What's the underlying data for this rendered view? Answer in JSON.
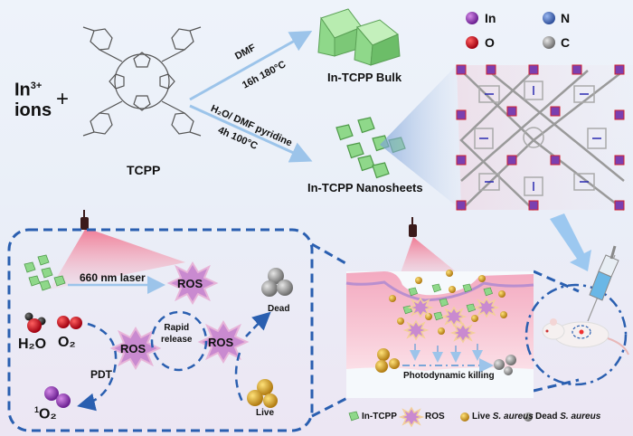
{
  "reactants": {
    "ion_line1": "In",
    "ion_sup": "3+",
    "ion_line2": "ions",
    "plus": "+",
    "ligand_name": "TCPP"
  },
  "synthesis_routes": [
    {
      "line1": "DMF",
      "line2": "16h 180°C",
      "product": "In-TCPP Bulk"
    },
    {
      "line1": "H₂O/ DMF pyridine",
      "line2": "4h 100°C",
      "product": "In-TCPP Nanosheets"
    }
  ],
  "atom_legend": [
    {
      "symbol": "In",
      "color": "#7a3fb0"
    },
    {
      "symbol": "N",
      "color": "#4a6fb8"
    },
    {
      "symbol": "O",
      "color": "#e0202a"
    },
    {
      "symbol": "C",
      "color": "#8a8a8a"
    }
  ],
  "mechanism": {
    "laser_label": "660 nm laser",
    "ros_label": "ROS",
    "water": "H₂O",
    "oxygen": "O₂",
    "singlet_oxygen_sup": "1",
    "singlet_oxygen": "O₂",
    "pdt_label": "PDT",
    "rapid_line1": "Rapid",
    "rapid_line2": "release",
    "dead_label": "Dead",
    "live_label": "Live"
  },
  "skin_panel": {
    "killing_label": "Photodynamic killing"
  },
  "bottom_legend": [
    {
      "label": "In-TCPP",
      "italic": ""
    },
    {
      "label": "ROS",
      "italic": ""
    },
    {
      "label": "Live ",
      "italic": "S. aureus"
    },
    {
      "label": "Dead ",
      "italic": "S. aureus"
    }
  ],
  "colors": {
    "arrow": "#9cc4ea",
    "dashed": "#2a5fb0",
    "nanosheet": "#8fd88a",
    "ros": "#c98ad0",
    "live": "#d9a92a",
    "dead": "#8d8d8d",
    "laser": "#f08aa0"
  }
}
